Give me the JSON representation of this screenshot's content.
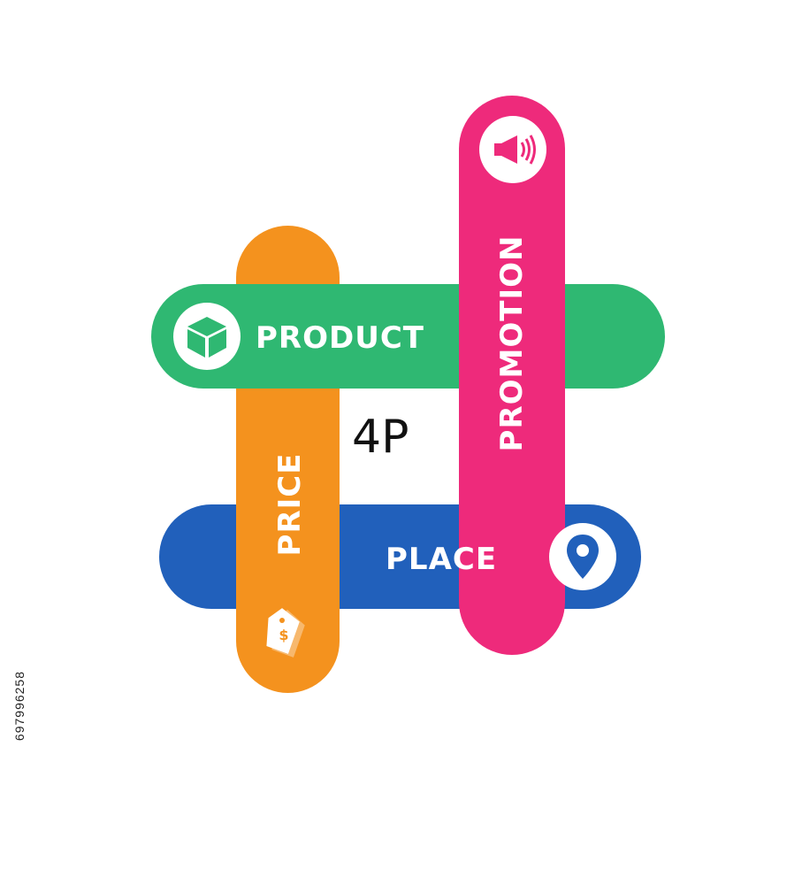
{
  "center": {
    "text": "4P"
  },
  "items": {
    "product": {
      "label": "PRODUCT",
      "color": "#2fb872",
      "icon": "box-icon"
    },
    "price": {
      "label": "PRICE",
      "color": "#f4921e",
      "icon": "price-tag-icon"
    },
    "promotion": {
      "label": "PROMOTION",
      "color": "#ee2a7b",
      "icon": "megaphone-icon"
    },
    "place": {
      "label": "PLACE",
      "color": "#2160bb",
      "icon": "location-pin-icon"
    }
  },
  "side_id": "697996258"
}
